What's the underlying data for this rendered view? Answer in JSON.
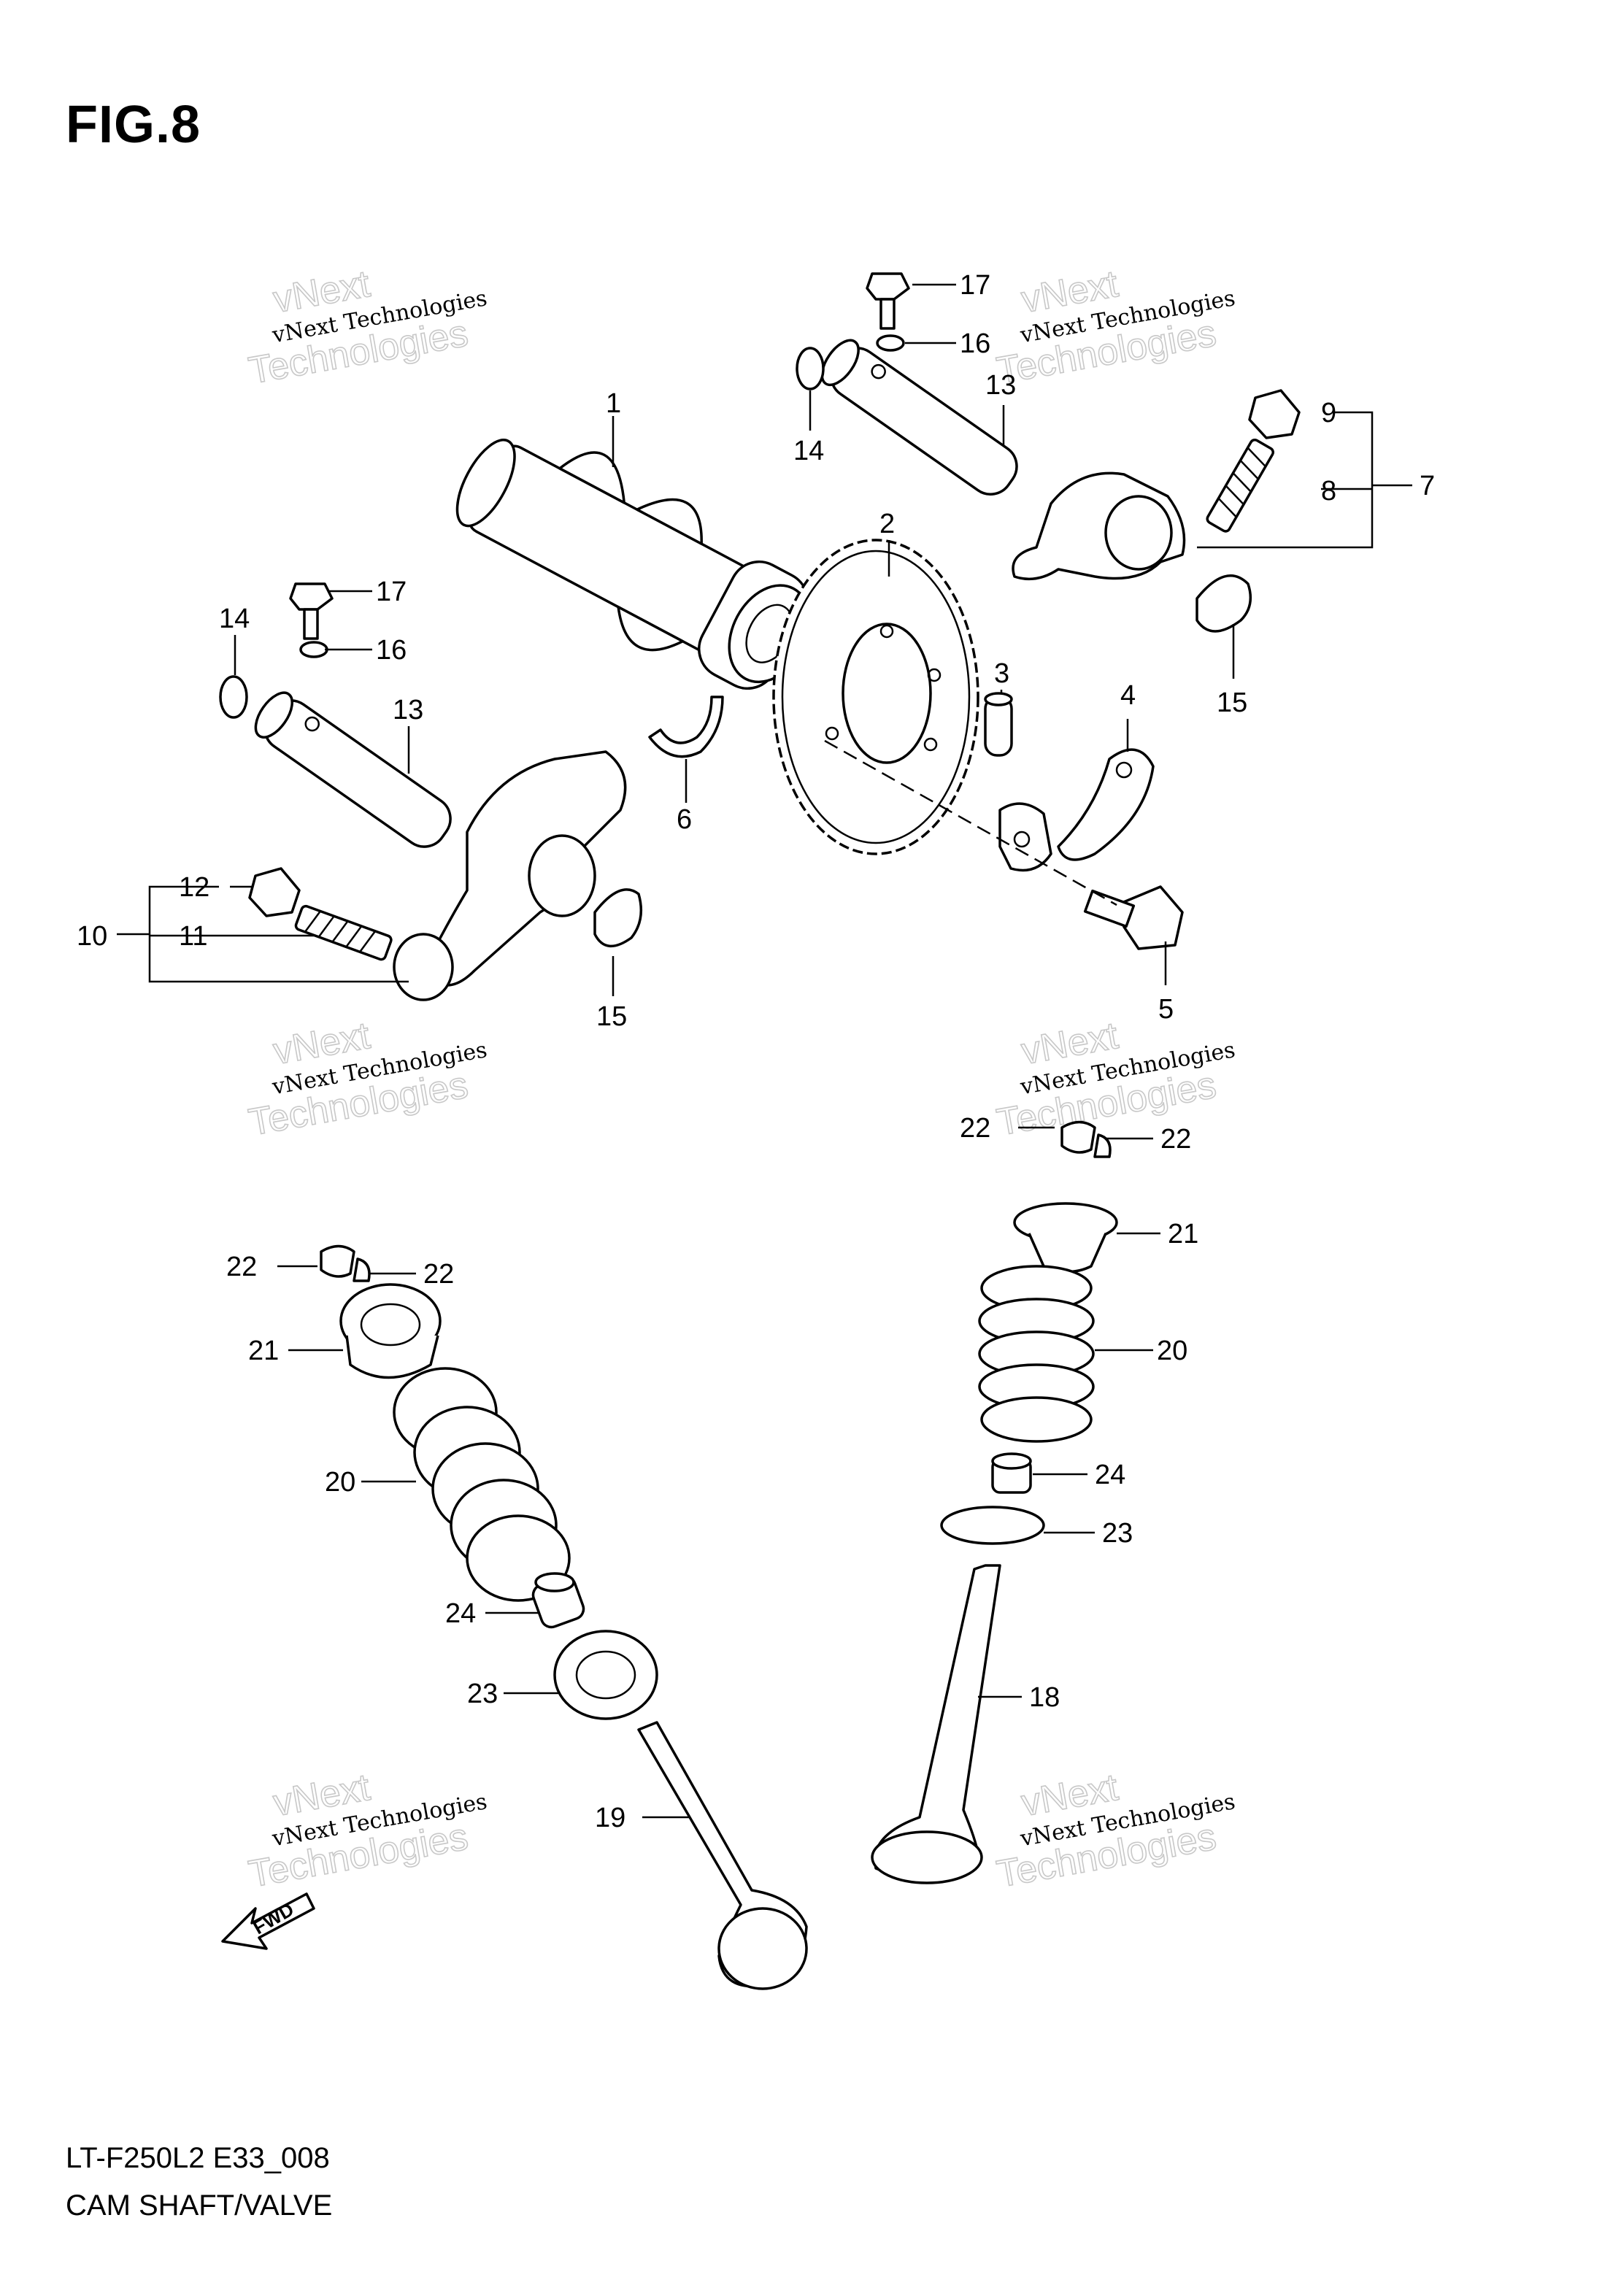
{
  "figure": {
    "title": "FIG.8",
    "footer_code": "LT-F250L2 E33_008",
    "footer_name": "CAM SHAFT/VALVE"
  },
  "watermark": {
    "line1": "vNext Technologies",
    "line2": "vNext",
    "line3": "Technologies"
  },
  "fwd_label": "FWD",
  "callouts": {
    "c1": "1",
    "c2": "2",
    "c3": "3",
    "c4": "4",
    "c5": "5",
    "c6": "6",
    "c7": "7",
    "c8": "8",
    "c9": "9",
    "c10": "10",
    "c11": "11",
    "c12": "12",
    "c13a": "13",
    "c13b": "13",
    "c14a": "14",
    "c14b": "14",
    "c15a": "15",
    "c15b": "15",
    "c16a": "16",
    "c16b": "16",
    "c17a": "17",
    "c17b": "17",
    "c18": "18",
    "c19": "19",
    "c20a": "20",
    "c20b": "20",
    "c21a": "21",
    "c21b": "21",
    "c22a": "22",
    "c22b": "22",
    "c22c": "22",
    "c22d": "22",
    "c23a": "23",
    "c23b": "23",
    "c24a": "24",
    "c24b": "24"
  }
}
